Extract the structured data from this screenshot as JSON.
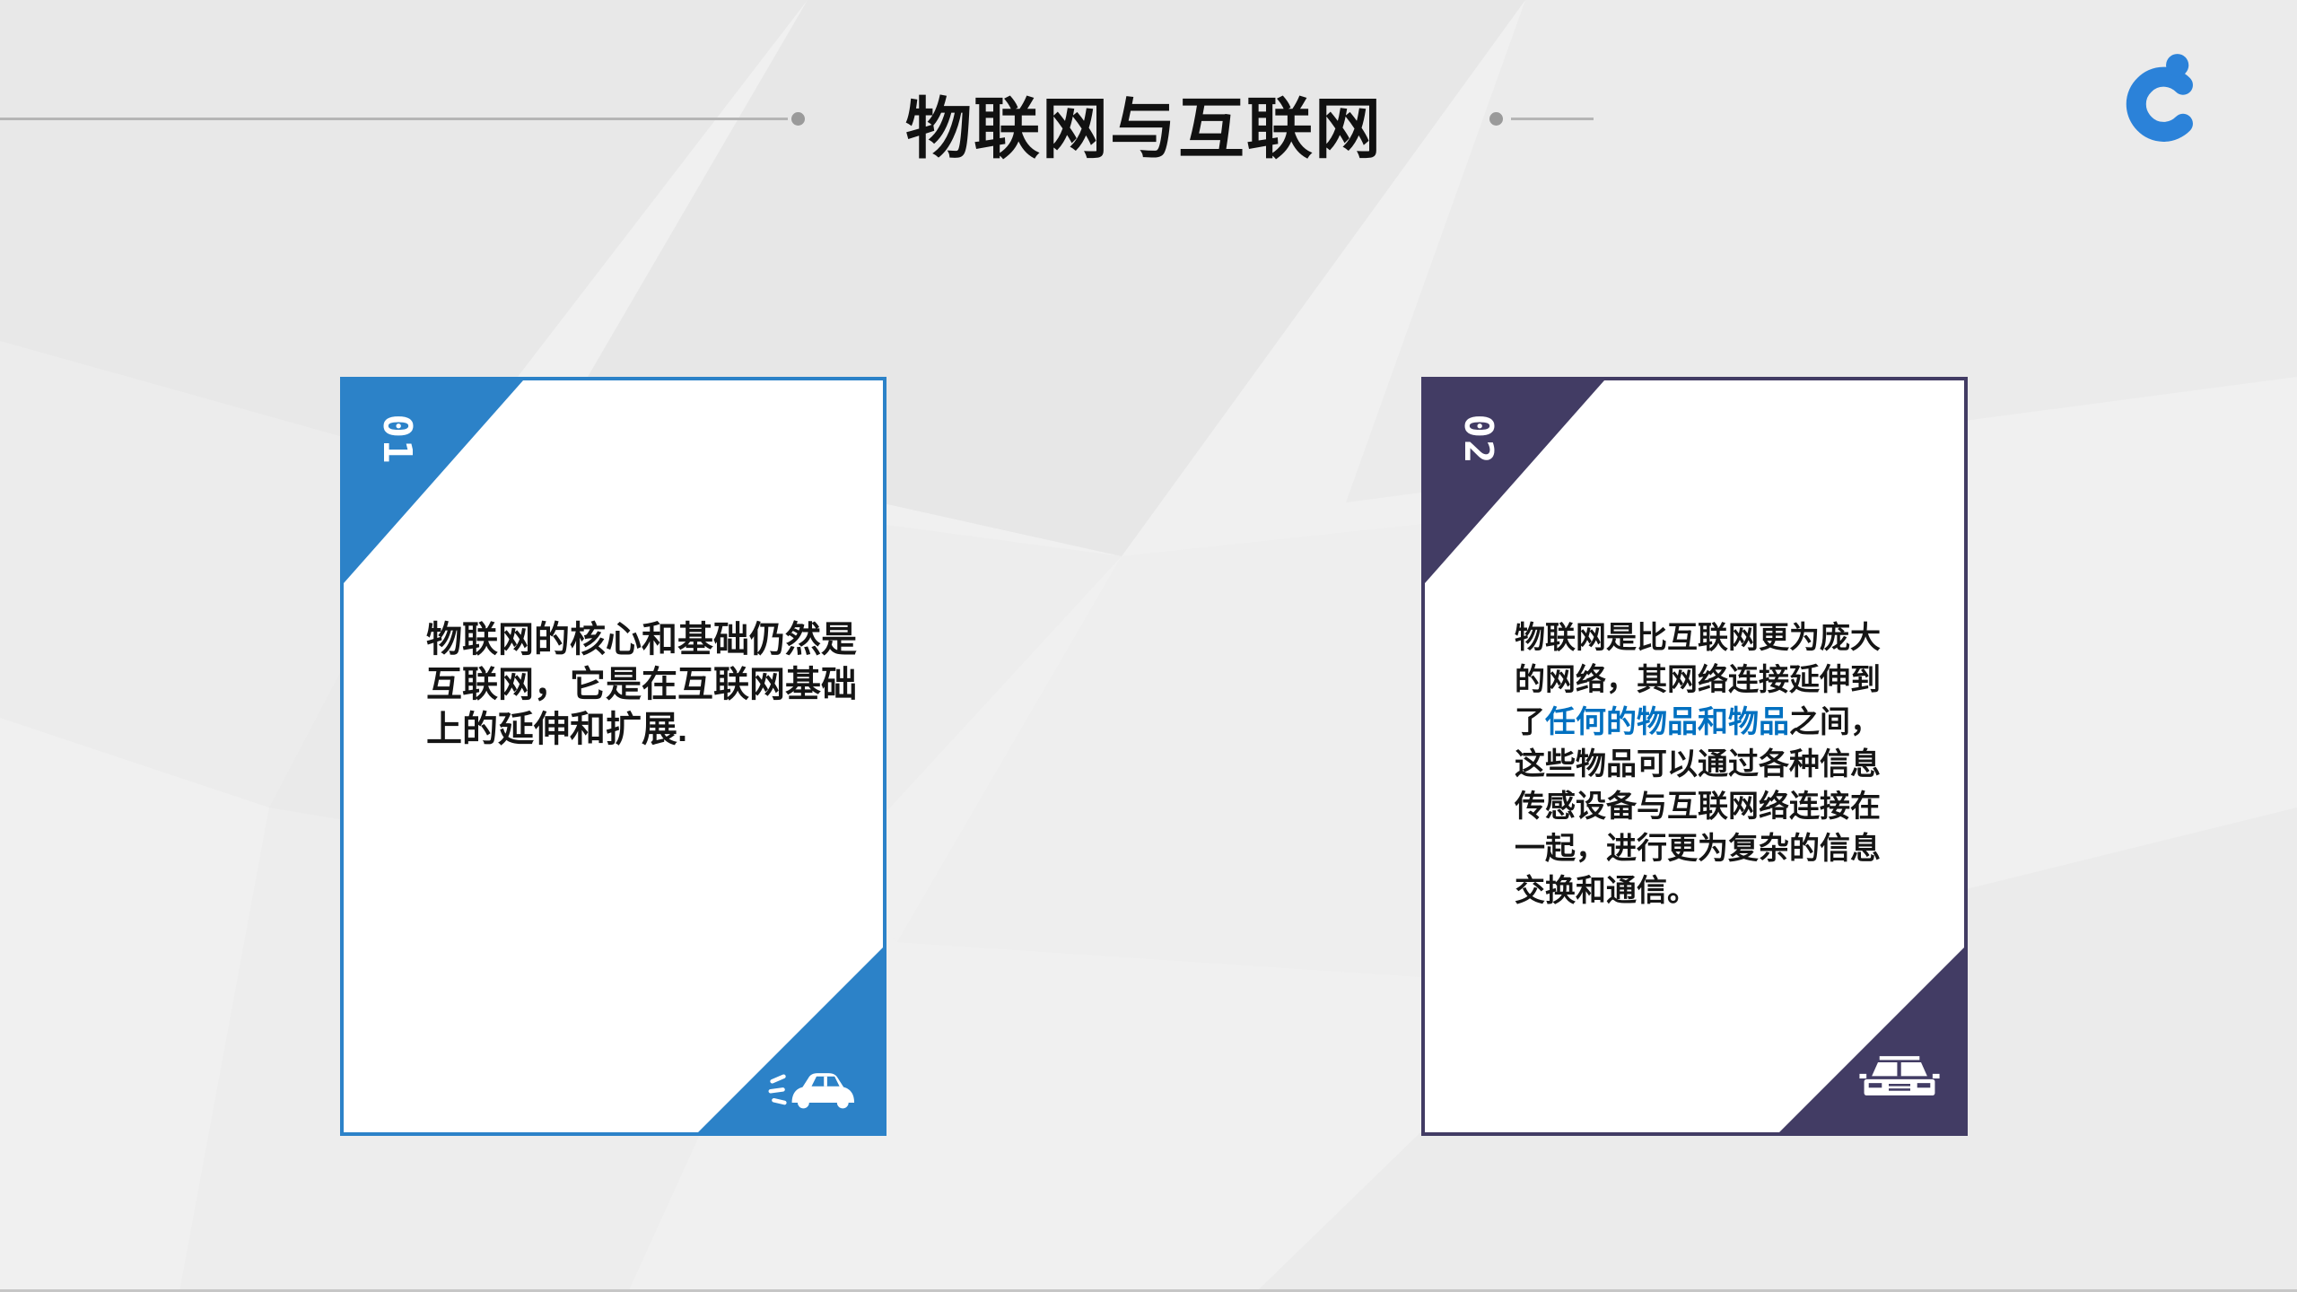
{
  "slide": {
    "title": "物联网与互联网"
  },
  "logo": {
    "glyph": "C"
  },
  "colors": {
    "accent_blue": "#2c82c8",
    "accent_purple": "#423c64",
    "highlight_blue": "#0070c0",
    "logo_blue": "#2b82d9",
    "rule_gray": "#b5b5b5",
    "dot_gray": "#9a9a9a",
    "text_dark": "#151515",
    "card_bg": "#ffffff"
  },
  "cards": [
    {
      "number": "01",
      "text": "物联网的核心和基础仍然是互联网，它是在互联网基础上的延伸和扩展.",
      "icon": "car-side-icon"
    },
    {
      "number": "02",
      "text_before": "物联网是比互联网更为庞大的网络，其网络连接延伸到了",
      "text_highlight": "任何的物品和物品",
      "text_after": "之间，这些物品可以通过各种信息传感设备与互联网络连接在一起，进行更为复杂的信息交换和通信。",
      "icon": "car-front-icon"
    }
  ]
}
